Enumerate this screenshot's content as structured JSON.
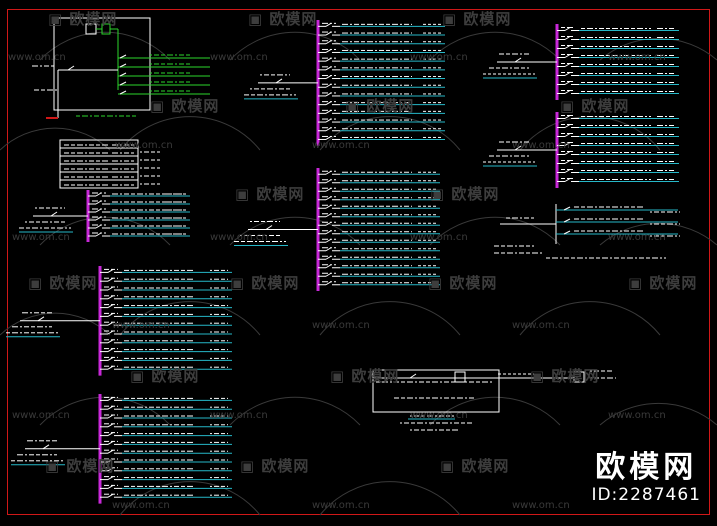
{
  "colors": {
    "background": "#000000",
    "border": "#d01818",
    "bus": "#c828d8",
    "feeder": "#ffffff",
    "cable": "#26b8c8",
    "green": "#2cd62c",
    "watermark": "#3d3d3d"
  },
  "watermark": {
    "text": "欧模网",
    "url": "www.om.cn"
  },
  "brand": {
    "name": "欧模网",
    "id": "ID:2287461"
  }
}
